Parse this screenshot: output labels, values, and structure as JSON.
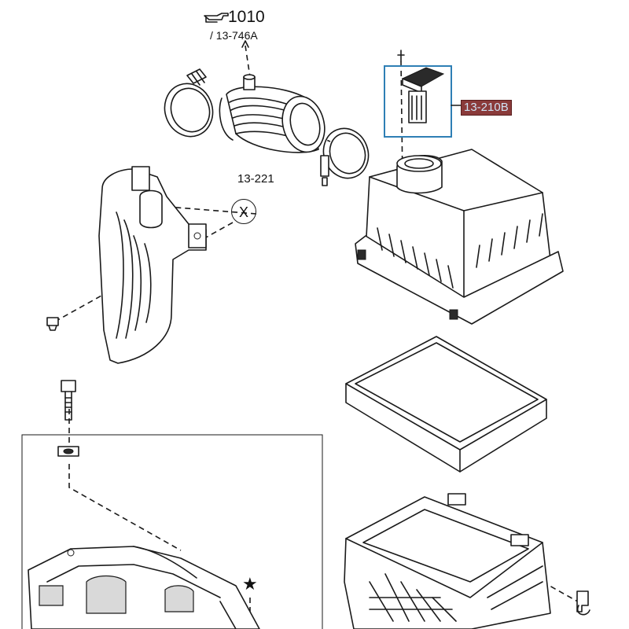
{
  "refs": {
    "top_reference": "1010",
    "top_subreference": "/ 13-746A",
    "hose_part": "13-221",
    "sensor_part": "13-210B",
    "callout_letter": "X",
    "star_mark": "★"
  },
  "colors": {
    "highlight_box": "#2e7fb5",
    "sensor_label_bg": "#8a3a3a",
    "sensor_label_text": "#cfe3f5"
  },
  "icons": {
    "reference_pointer": "pointing-hand-icon"
  }
}
